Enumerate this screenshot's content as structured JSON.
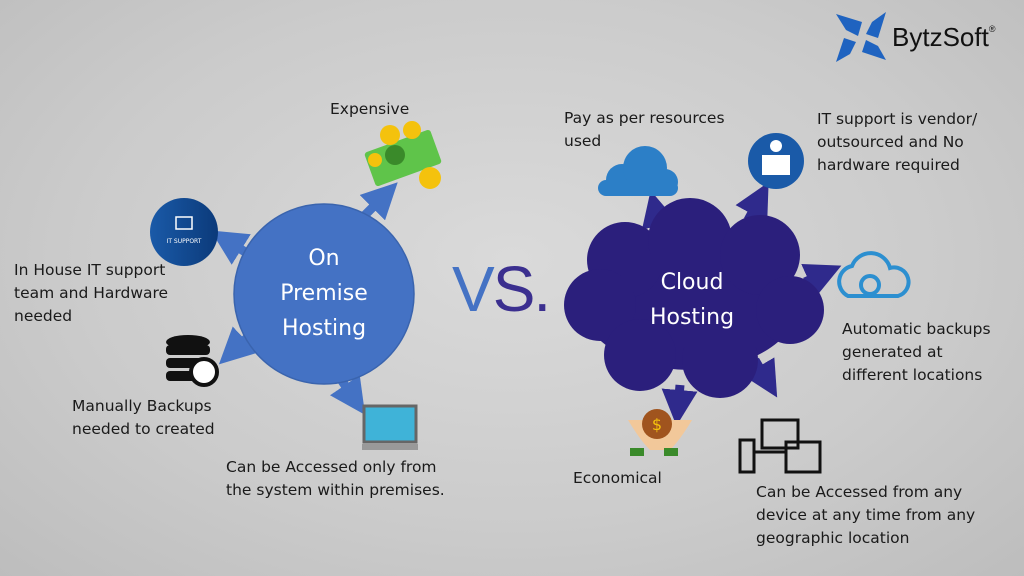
{
  "brand": {
    "name": "BytzSoft",
    "mark": "®"
  },
  "vs": {
    "v": "V",
    "s": "S."
  },
  "on_premise": {
    "title": "On\nPremise\nHosting",
    "items": {
      "expensive": "Expensive",
      "it_support": "In House IT support\nteam and Hardware\nneeded",
      "it_support_icon_label": "IT SUPPORT",
      "backups": "Manually Backups\nneeded to created",
      "access": "Can be Accessed only from\nthe system within premises."
    }
  },
  "cloud": {
    "title": "Cloud\nHosting",
    "items": {
      "pay": "Pay as per resources\nused",
      "it_support": "IT support is vendor/\noutsourced and No\nhardware required",
      "backups": "Automatic backups\ngenerated at\ndifferent locations",
      "economical": "Economical",
      "access": "Can be Accessed from any\ndevice at any time from any\ngeographic location"
    }
  },
  "colors": {
    "circle": "#4472c4",
    "cloud": "#2b1f7c",
    "arrow_left": "#4472c4",
    "arrow_right": "#2f2a8c",
    "icon_blue": "#2c7fc7"
  }
}
